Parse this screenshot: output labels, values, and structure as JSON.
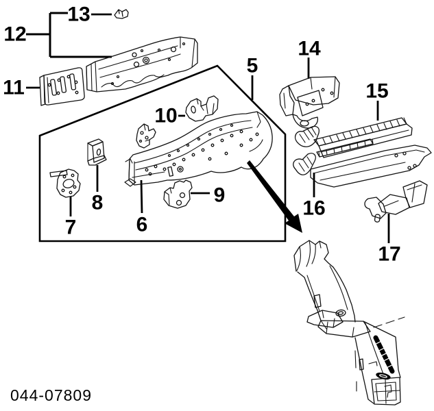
{
  "diagram": {
    "code": "044-07809",
    "colors": {
      "background": "#ffffff",
      "line": "#000000"
    },
    "callouts": [
      {
        "label": "5"
      },
      {
        "label": "6"
      },
      {
        "label": "7"
      },
      {
        "label": "8"
      },
      {
        "label": "9"
      },
      {
        "label": "10"
      },
      {
        "label": "11"
      },
      {
        "label": "12"
      },
      {
        "label": "13"
      },
      {
        "label": "14"
      },
      {
        "label": "15"
      },
      {
        "label": "16"
      },
      {
        "label": "17"
      }
    ]
  }
}
